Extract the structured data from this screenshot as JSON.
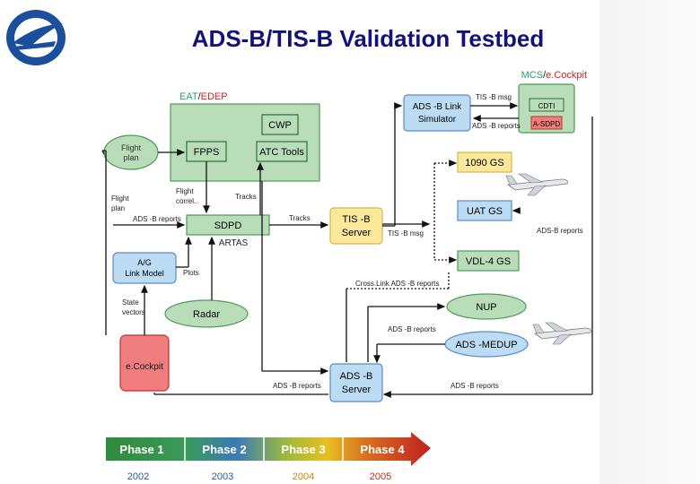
{
  "title": "ADS-B/TIS-B Validation Testbed",
  "logo": {
    "icon": "eurocontrol-logo-icon"
  },
  "labels": {
    "mcs": "MCS",
    "slash1": "/",
    "ecockpit_top": "e.Cockpit",
    "eat": "EAT",
    "slash2": "/",
    "edep": "EDEP",
    "artas": "ARTAS",
    "ecockpit_box": "e.Cockpit"
  },
  "boxes": {
    "cwp": "CWP",
    "fpps": "FPPS",
    "atc_tools": "ATC Tools",
    "flight_plan_1": "Flight",
    "flight_plan_2": "plan",
    "sdpd": "SDPD",
    "ag_1": "A/G",
    "ag_2": "Link Model",
    "radar": "Radar",
    "ads_link_1": "ADS -B Link",
    "ads_link_2": "Simulator",
    "cdti": "CDTI",
    "asdpd": "A-SDPD",
    "gs1090": "1090 GS",
    "uat": "UAT GS",
    "vdl4": "VDL-4 GS",
    "tisb_1": "TIS -B",
    "tisb_2": "Server",
    "nup": "NUP",
    "medup": "ADS -MEDUP",
    "adsb_server_1": "ADS -B",
    "adsb_server_2": "Server"
  },
  "edges": {
    "tisb_msg_top": "TIS -B msg",
    "adsb_reports_top": "ADS -B reports",
    "flight_correl_1": "Flight",
    "flight_correl_2": "correl..",
    "tracks_1": "Tracks",
    "flight_plan_l1": "Flight",
    "flight_plan_l2": "plan",
    "adsb_reports_sdpd": "ADS -B reports",
    "tracks_2": "Tracks",
    "tisb_msg_mid": "TIS -B msg",
    "adsb_reports_right": "ADS-B reports",
    "plots": "Plots",
    "state_1": "State",
    "state_2": "vectors",
    "crosslink": "Cross.Link ADS -B reports",
    "adsb_reports_nup": "ADS -B reports",
    "adsb_reports_bl": "ADS -B reports",
    "adsb_reports_br": "ADS -B reports"
  },
  "phases": [
    {
      "label": "Phase 1",
      "year": "2002"
    },
    {
      "label": "Phase 2",
      "year": "2003"
    },
    {
      "label": "Phase 3",
      "year": "2004"
    },
    {
      "label": "Phase 4",
      "year": "2005"
    }
  ],
  "colors": {
    "title": "#12127a",
    "green_fill": "#b8ddb8",
    "green_stroke": "#4e9a5a",
    "yellow_fill": "#fce89a",
    "blue_fill": "#bcdcf4",
    "red_fill": "#f07d7d",
    "accent_red": "#d0202a",
    "accent_green": "#2a9a7a"
  }
}
